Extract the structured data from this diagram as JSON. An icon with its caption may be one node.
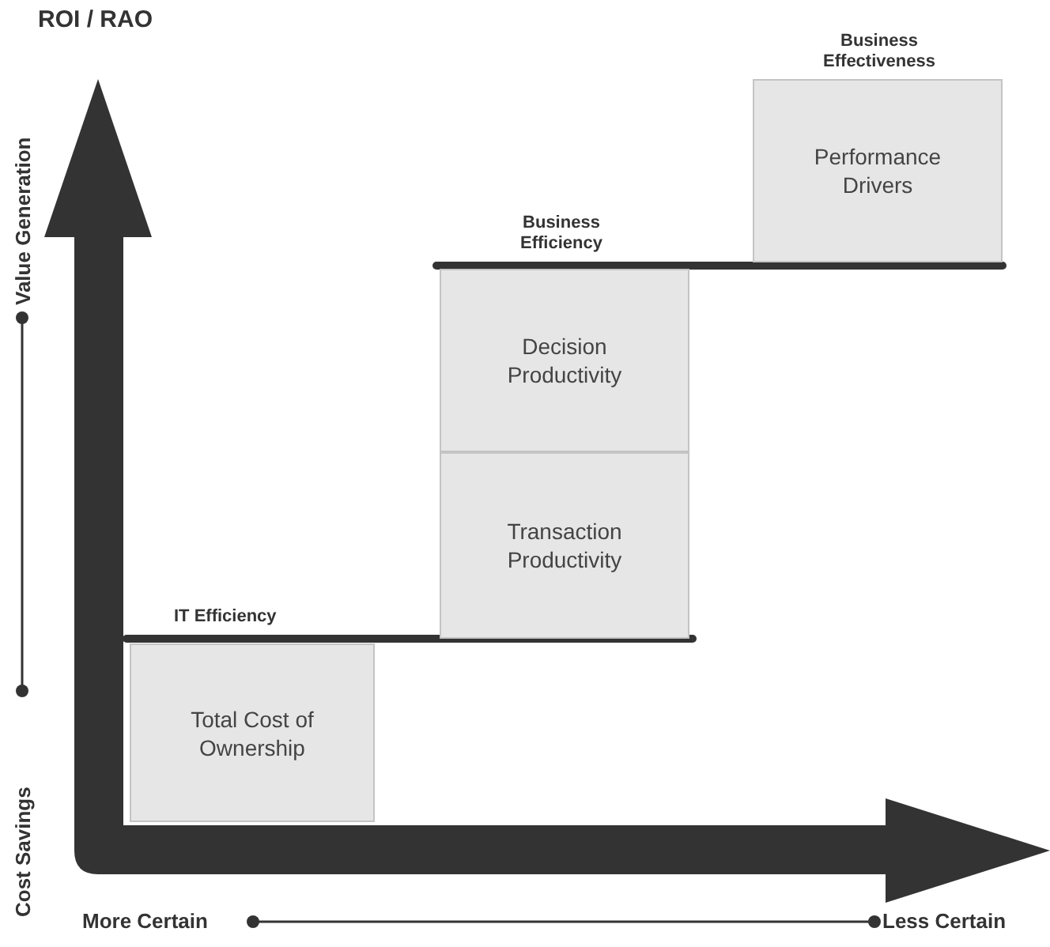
{
  "diagram": {
    "title": "ROI / RAO",
    "nodes": [
      {
        "text": [
          "Performance Drivers"
        ]
      },
      {
        "text": [
          "Decision Productivity"
        ]
      },
      {
        "text": [
          "Transaction Productivity"
        ]
      },
      {
        "text": [
          "Total Cost of Ownership"
        ]
      }
    ],
    "edges": [],
    "labels": [
      "Business Effectiveness",
      "Business Efficiency",
      "Value Generation",
      "IT Efficiency",
      "Cost Savings",
      "More Certain",
      "Less Certain"
    ]
  }
}
